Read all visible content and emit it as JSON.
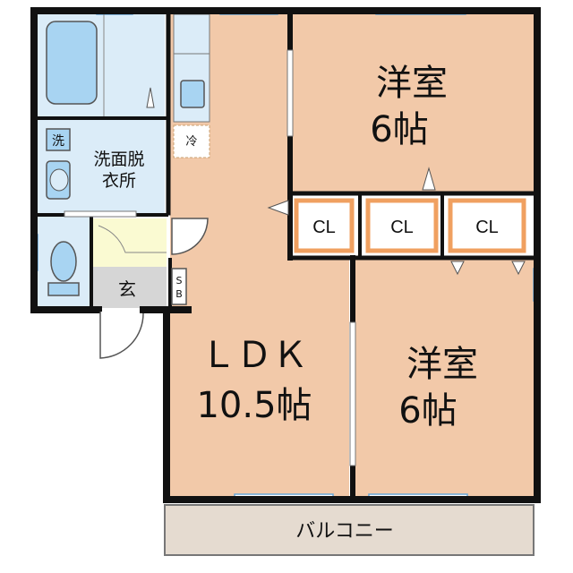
{
  "rooms": {
    "western_top": {
      "name": "洋室",
      "size": "6帖"
    },
    "western_bottom": {
      "name": "洋室",
      "size": "6帖"
    },
    "ldk": {
      "name": "ＬＤＫ",
      "size": "10.5帖"
    },
    "washroom": {
      "line1": "洗面脱",
      "line2": "衣所"
    },
    "entrance": "玄",
    "balcony": "バルコニー"
  },
  "closets": [
    "CL",
    "CL",
    "CL"
  ],
  "fixtures": {
    "washing_machine": "洗",
    "refrigerator": "冷",
    "shoe_box_line1": "S",
    "shoe_box_line2": "B"
  },
  "colors": {
    "room_fill": "#f2c9a9",
    "wet_area_fill": "#dbecf8",
    "fixture_fill": "#a8d4f2",
    "closet_fill": "#ffffff",
    "closet_border": "#f0a060",
    "entrance_fill": "#d6d6d6",
    "genkan_fill": "#fafad2",
    "balcony_fill": "#e5dbd0",
    "wall": "#111111"
  }
}
